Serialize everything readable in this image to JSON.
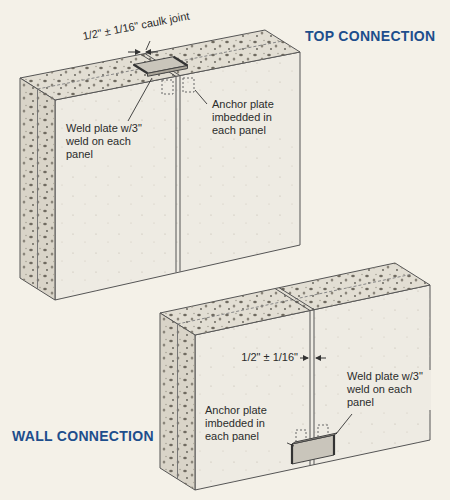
{
  "diagram": {
    "labels": [
      "TOP CONNECTION",
      "1/2\" ± 1/16\" caulk joint",
      "Anchor plate imbedded in each panel",
      "Weld plate w/3\" weld on each panel",
      "1/2\" ± 1/16\"",
      "Weld plate w/3\" weld on each panel",
      "Anchor plate imbedded in each panel",
      "WALL CONNECTION"
    ]
  }
}
